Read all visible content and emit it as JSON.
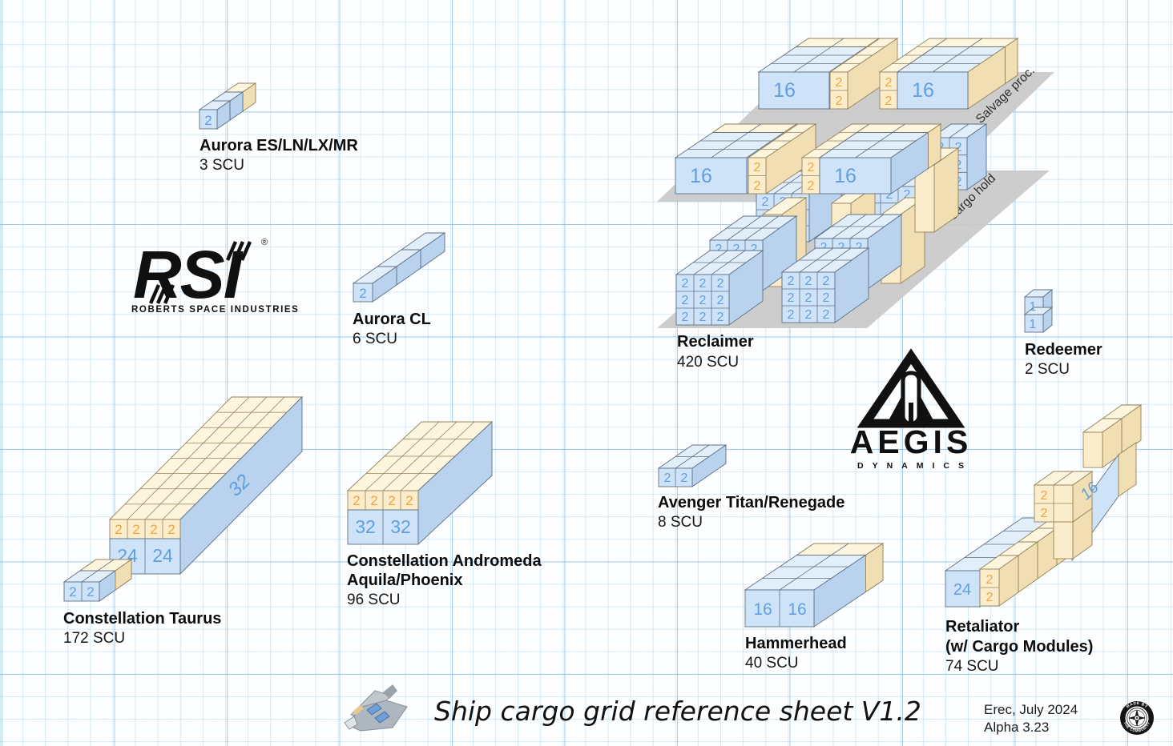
{
  "sheet": {
    "title": "Ship cargo grid reference sheet V1.2",
    "credit_line1": "Erec, July 2024",
    "credit_line2": "Alpha 3.23",
    "badge_top": "MADE BY",
    "badge_bottom": "THE COMMUNITY"
  },
  "logos": {
    "rsi_name": "RSI",
    "rsi_reg": "®",
    "rsi_sub": "ROBERTS SPACE INDUSTRIES",
    "aegis_name": "AEGIS",
    "aegis_sub": "DYNAMICS"
  },
  "colors": {
    "box_blue": "#cfe3f8",
    "box_tan": "#fbedcb",
    "label_blue": "#5f9fe0",
    "label_orange": "#f2a53a",
    "deck_gray": "#c9c9c9"
  },
  "ships": {
    "aurora_es": {
      "name": "Aurora ES/LN/LX/MR",
      "scu": "3 SCU",
      "boxes": [
        "2"
      ]
    },
    "aurora_cl": {
      "name": "Aurora CL",
      "scu": "6 SCU",
      "boxes": [
        "2"
      ]
    },
    "taurus": {
      "name": "Constellation Taurus",
      "scu": "172 SCU",
      "top_row": [
        "2",
        "2",
        "2",
        "2"
      ],
      "main_row": [
        "24",
        "24"
      ],
      "side": "32",
      "small_row": [
        "2",
        "2"
      ]
    },
    "andromeda": {
      "name": "Constellation Andromeda",
      "name2": "Aquila/Phoenix",
      "scu": "96 SCU",
      "top_row": [
        "2",
        "2",
        "2",
        "2"
      ],
      "main_row": [
        "32",
        "32"
      ]
    },
    "reclaimer": {
      "name": "Reclaimer",
      "scu": "420 SCU",
      "deck_top": "Salvage proc.",
      "deck_bottom": "Cargo hold",
      "salvage_big": [
        "16",
        "16",
        "16",
        "16"
      ],
      "salvage_small": [
        "2",
        "2",
        "2",
        "2",
        "2",
        "2",
        "2",
        "2"
      ],
      "hold_back_left": [
        "2",
        "2",
        "2",
        "2",
        "2"
      ],
      "hold_back_right": [
        "2",
        "2",
        "2",
        "2",
        "2"
      ],
      "hold_right_col": [
        "2",
        "2",
        "2",
        "2"
      ],
      "hold_front_left_upper": [
        "2",
        "2",
        "2",
        "2",
        "2"
      ],
      "hold_front_left_lower": [
        "2",
        "2",
        "2",
        "2",
        "2",
        "2",
        "2",
        "2",
        "2"
      ],
      "hold_front_right_upper": [
        "2",
        "2",
        "2",
        "2",
        "2"
      ],
      "hold_front_right_lower": [
        "2",
        "2",
        "2",
        "2",
        "2",
        "2",
        "2",
        "2",
        "2"
      ]
    },
    "redeemer": {
      "name": "Redeemer",
      "scu": "2 SCU",
      "boxes": [
        "1",
        "1"
      ]
    },
    "avenger": {
      "name": "Avenger Titan/Renegade",
      "scu": "8 SCU",
      "boxes": [
        "2",
        "2"
      ]
    },
    "hammerhead": {
      "name": "Hammerhead",
      "scu": "40 SCU",
      "boxes": [
        "16",
        "16"
      ]
    },
    "retaliator": {
      "name": "Retaliator",
      "name2": "(w/ Cargo Modules)",
      "scu": "74 SCU",
      "front_module": [
        "24",
        "2",
        "2"
      ],
      "rear_module": [
        "2",
        "2",
        "16"
      ]
    }
  }
}
